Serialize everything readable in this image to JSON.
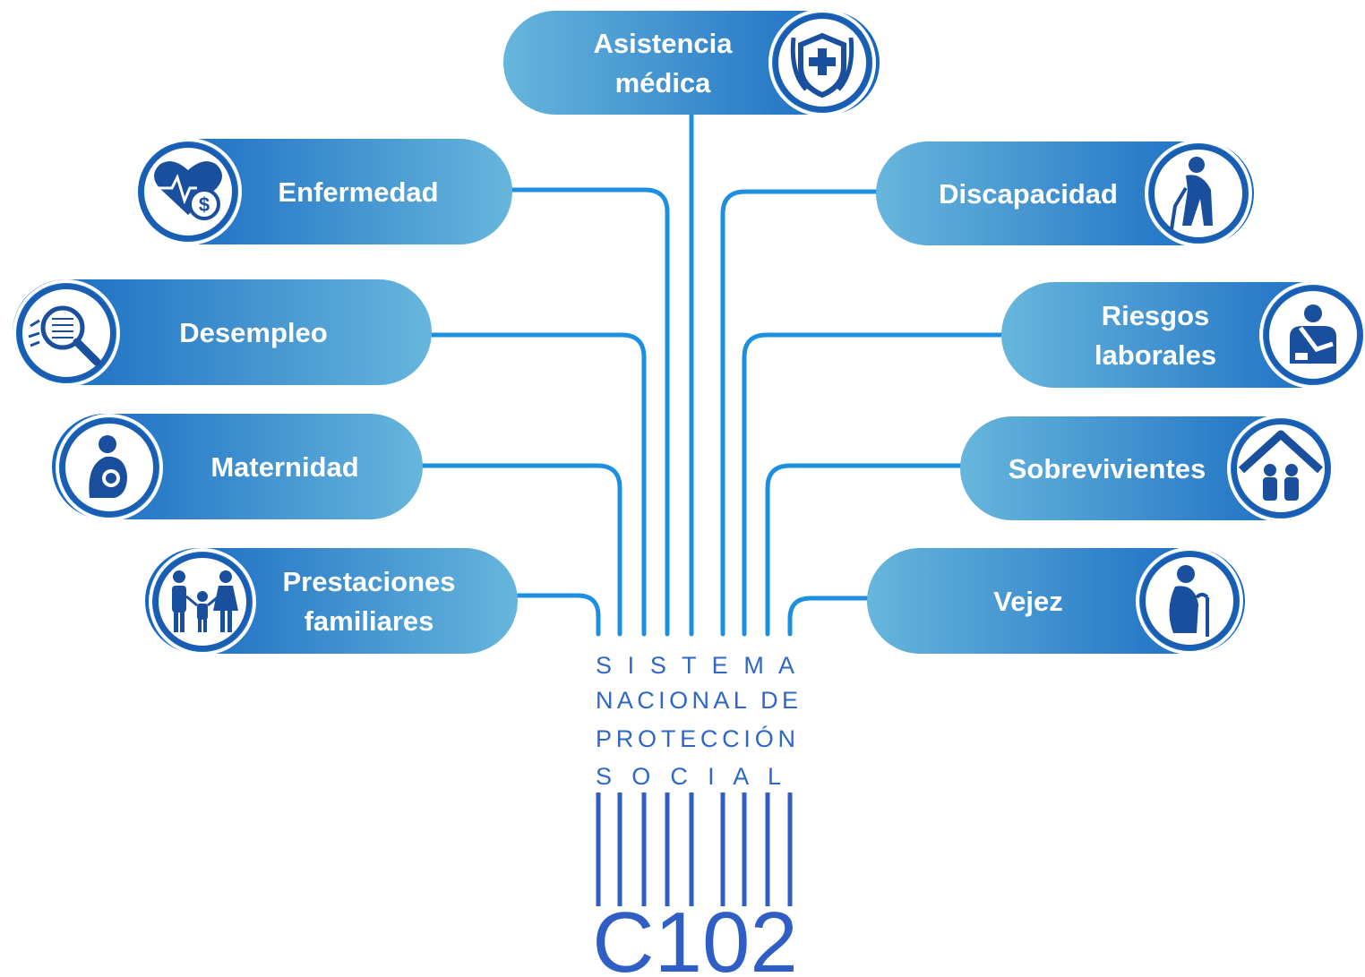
{
  "colors": {
    "pill_dark": "#1466c0",
    "pill_light": "#66b6dc",
    "line": "#1c8fe0",
    "icon_fill": "#1a4f9e",
    "system_text": "#2f67c8"
  },
  "center": {
    "system_lines": [
      "S I S T E M A",
      "NACIONAL  DE",
      "PROTECCIÓN",
      "S O C I A L"
    ],
    "code": "C102"
  },
  "branches": [
    {
      "id": "asistencia-medica",
      "lines": [
        "Asistencia",
        "médica"
      ],
      "icon": "stethoscope-shield-icon"
    },
    {
      "id": "enfermedad",
      "lines": [
        "Enfermedad"
      ],
      "icon": "heart-money-icon"
    },
    {
      "id": "desempleo",
      "lines": [
        "Desempleo"
      ],
      "icon": "magnifier-document-icon"
    },
    {
      "id": "maternidad",
      "lines": [
        "Maternidad"
      ],
      "icon": "mother-child-icon"
    },
    {
      "id": "prestaciones-familiares",
      "lines": [
        "Prestaciones",
        "familiares"
      ],
      "icon": "family-icon"
    },
    {
      "id": "discapacidad",
      "lines": [
        "Discapacidad"
      ],
      "icon": "person-cane-icon"
    },
    {
      "id": "riesgos-laborales",
      "lines": [
        "Riesgos",
        "laborales"
      ],
      "icon": "injured-worker-icon"
    },
    {
      "id": "sobrevivientes",
      "lines": [
        "Sobrevivientes"
      ],
      "icon": "house-family-icon"
    },
    {
      "id": "vejez",
      "lines": [
        "Vejez"
      ],
      "icon": "elderly-person-icon"
    }
  ]
}
